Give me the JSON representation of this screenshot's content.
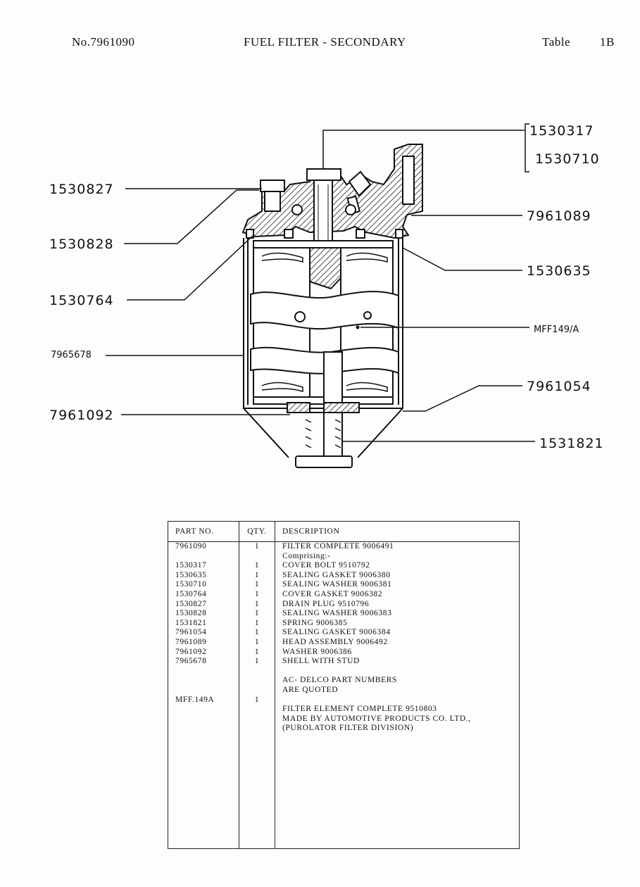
{
  "header": {
    "doc_no": "No.7961090",
    "title": "FUEL FILTER - SECONDARY",
    "table_label": "Table",
    "table_num": "1B"
  },
  "callouts": {
    "c1530317": "1530317",
    "c1530710": "1530710",
    "c1530827": "1530827",
    "c7961089": "7961089",
    "c1530828": "1530828",
    "c1530635": "1530635",
    "c1530764": "1530764",
    "cMFF149A": "MFF149/A",
    "c7965678": "7965678",
    "c7961054": "7961054",
    "c7961092": "7961092",
    "c1531821": "1531821"
  },
  "table": {
    "headers": {
      "part": "PART NO.",
      "qty": "QTY.",
      "desc": "DESCRIPTION"
    },
    "part_lines": [
      "7961090",
      "",
      "1530317",
      "1530635",
      "1530710",
      "1530764",
      "1530827",
      "1530828",
      "1531821",
      "7961054",
      "7961089",
      "7961092",
      "7965678",
      "",
      "",
      "",
      "MFF.149A"
    ],
    "qty_lines": [
      "1",
      "",
      "1",
      "1",
      "1",
      "1",
      "1",
      "1",
      "1",
      "1",
      "1",
      "1",
      "1",
      "",
      "",
      "",
      "1"
    ],
    "desc_lines": [
      "FILTER COMPLETE 9006491",
      "Comprising:-",
      "COVER BOLT 9510792",
      "SEALING GASKET 9006380",
      "SEALING WASHER 9006381",
      "COVER GASKET 9006382",
      "DRAIN PLUG 9510796",
      "SEALING WASHER 9006383",
      "SPRING 9006385",
      "SEALING GASKET 9006384",
      "HEAD ASSEMBLY 9006492",
      "WASHER 9006386",
      "SHELL WITH STUD",
      "",
      "AC- DELCO PART NUMBERS",
      "ARE QUOTED",
      "",
      "FILTER ELEMENT COMPLETE 9510803",
      "MADE BY AUTOMOTIVE PRODUCTS CO. LTD.,",
      "(PUROLATOR FILTER DIVISION)"
    ]
  }
}
